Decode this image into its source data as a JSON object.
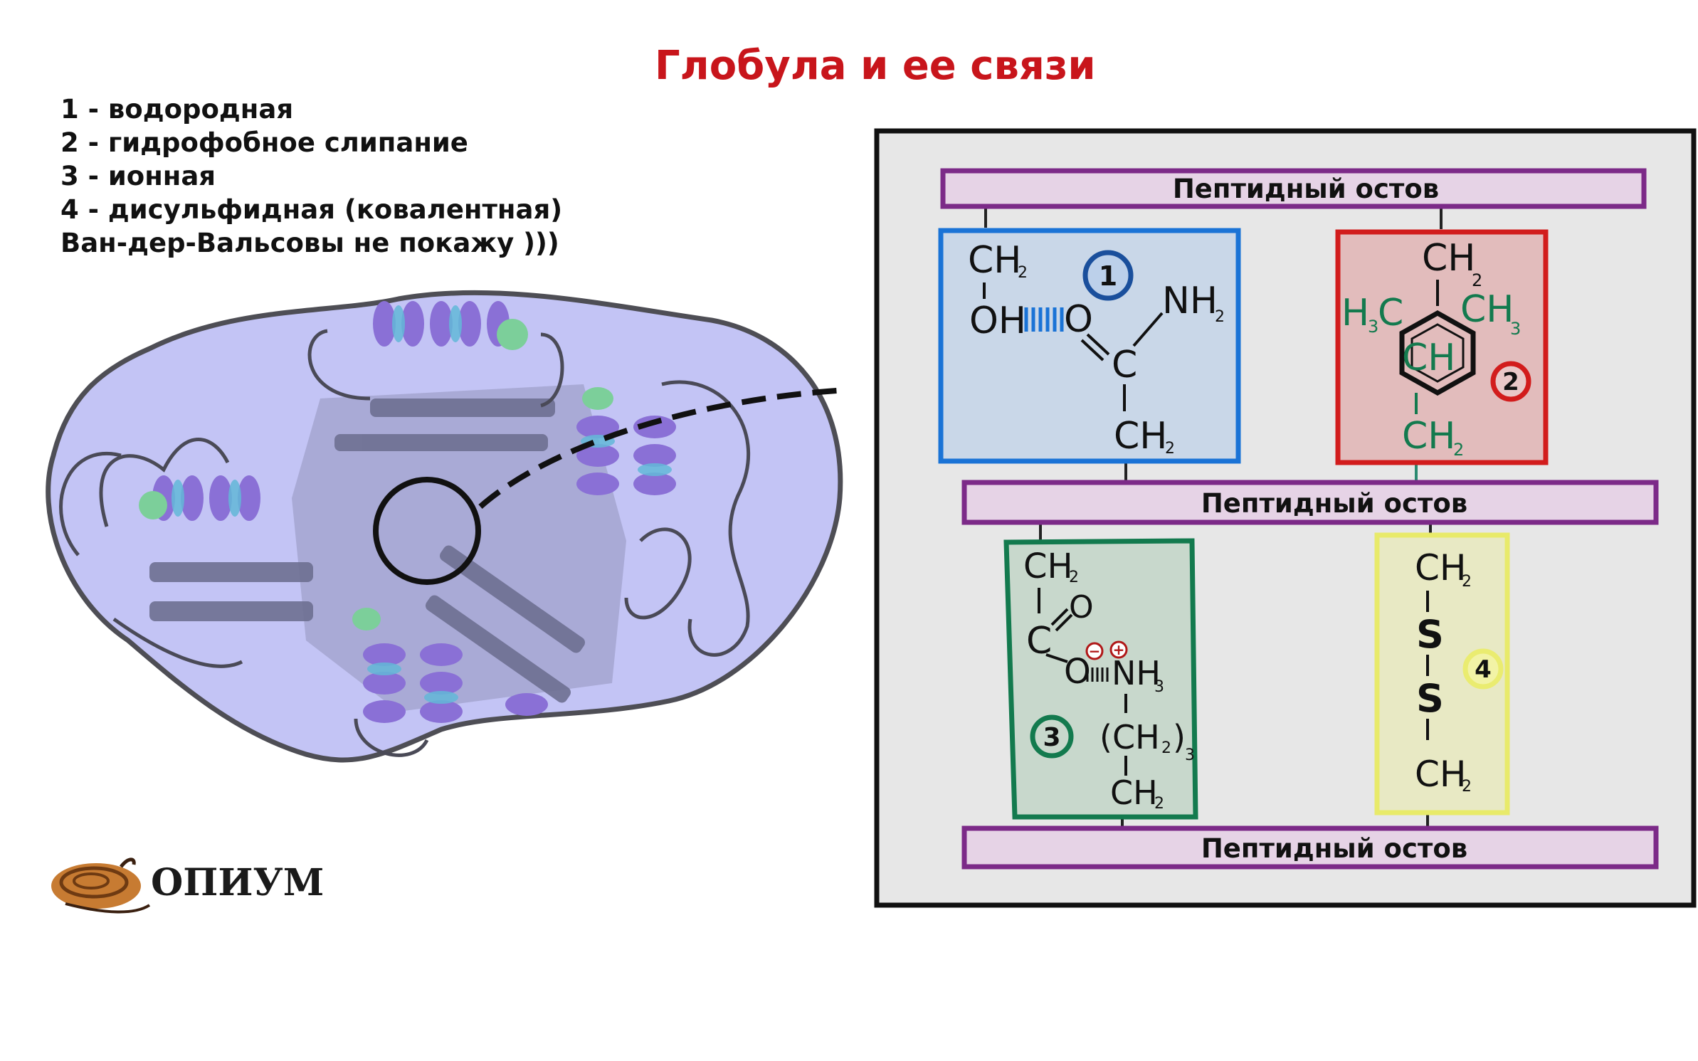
{
  "title": "Глобула и ее связи",
  "legend": [
    "1 - водородная",
    "2 - гидрофобное слипание",
    "3 - ионная",
    "4 - дисульфидная (ковалентная)",
    "Ван-дер-Вальсовы не покажу )))"
  ],
  "backbone_label": "Пептидный остов",
  "bond_numbers": [
    "1",
    "2",
    "3",
    "4"
  ],
  "formulas": {
    "box1": {
      "ch2_top": "CH",
      "sub2": "2",
      "oh": "OH",
      "o": "O",
      "nh2": "NH",
      "c": "C",
      "ch2_bottom": "CH"
    },
    "box2": {
      "ch2_top": "CH",
      "h3c": "H",
      "c_left": "C",
      "ch3": "CH",
      "sub3": "3",
      "ch": "CH",
      "ch2_bottom": "CH"
    },
    "box3": {
      "ch2_top": "CH",
      "o_top": "O",
      "c": "C",
      "o_bottom": "O",
      "minus": "−",
      "plus": "+",
      "nh3": "NH",
      "ch2_group": "(CH",
      "ch2_close": ")",
      "ch2_bottom": "CH"
    },
    "box4": {
      "ch2_top": "CH",
      "s1": "S",
      "s2": "S",
      "ch2_bottom": "CH"
    }
  },
  "logo": {
    "text": "ОПИУМ"
  },
  "colors": {
    "title": "#c8151b",
    "globule_fill": "#c3c4f5",
    "backbone_fill": "#e6d3e6",
    "backbone_border": "#7c2a88",
    "box1": "#1a73d6",
    "box2": "#d21c1c",
    "box3": "#137a4e",
    "box4": "#e8ea6a",
    "panel_bg": "#e7e7e7"
  }
}
